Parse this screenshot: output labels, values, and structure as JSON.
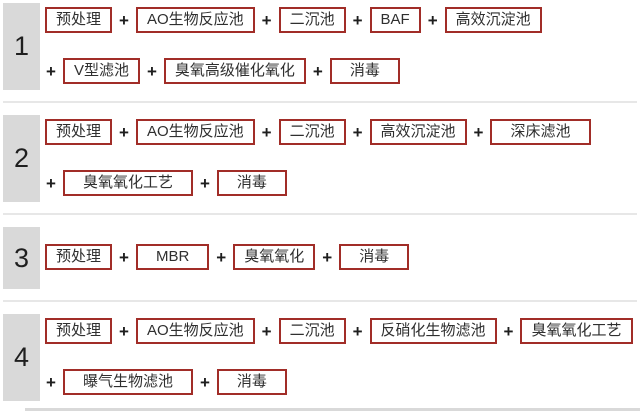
{
  "connector": "+",
  "colors": {
    "page_bg": "#ffffff",
    "box_border": "#a12d28",
    "box_bg": "#ffffff",
    "text": "#2f2f2f",
    "plus": "#1e1e1e",
    "number_bg": "#d9d9d9",
    "number_text": "#1f1f1f",
    "separator": "#e7e7e7",
    "bottom_bar": "#d9d9d9"
  },
  "rows": [
    {
      "number": "1",
      "steps": [
        {
          "label": "预处理"
        },
        {
          "label": "AO生物反应池"
        },
        {
          "label": "二沉池"
        },
        {
          "label": "BAF"
        },
        {
          "label": "高效沉淀池"
        },
        {
          "label": "V型滤池"
        },
        {
          "label": "臭氧高级催化氧化"
        },
        {
          "label": "消毒",
          "wide": true
        }
      ]
    },
    {
      "number": "2",
      "steps": [
        {
          "label": "预处理"
        },
        {
          "label": "AO生物反应池"
        },
        {
          "label": "二沉池"
        },
        {
          "label": "高效沉淀池"
        },
        {
          "label": "深床滤池",
          "wide": true
        },
        {
          "label": "臭氧氧化工艺",
          "wide": true
        },
        {
          "label": "消毒",
          "wide": true
        }
      ]
    },
    {
      "number": "3",
      "steps": [
        {
          "label": "预处理"
        },
        {
          "label": "MBR",
          "wide": true
        },
        {
          "label": "臭氧氧化"
        },
        {
          "label": "消毒",
          "wide": true
        }
      ]
    },
    {
      "number": "4",
      "steps": [
        {
          "label": "预处理"
        },
        {
          "label": "AO生物反应池"
        },
        {
          "label": "二沉池"
        },
        {
          "label": "反硝化生物滤池"
        },
        {
          "label": "臭氧氧化工艺"
        },
        {
          "label": "曝气生物滤池",
          "wide": true
        },
        {
          "label": "消毒",
          "wide": true
        }
      ]
    }
  ]
}
